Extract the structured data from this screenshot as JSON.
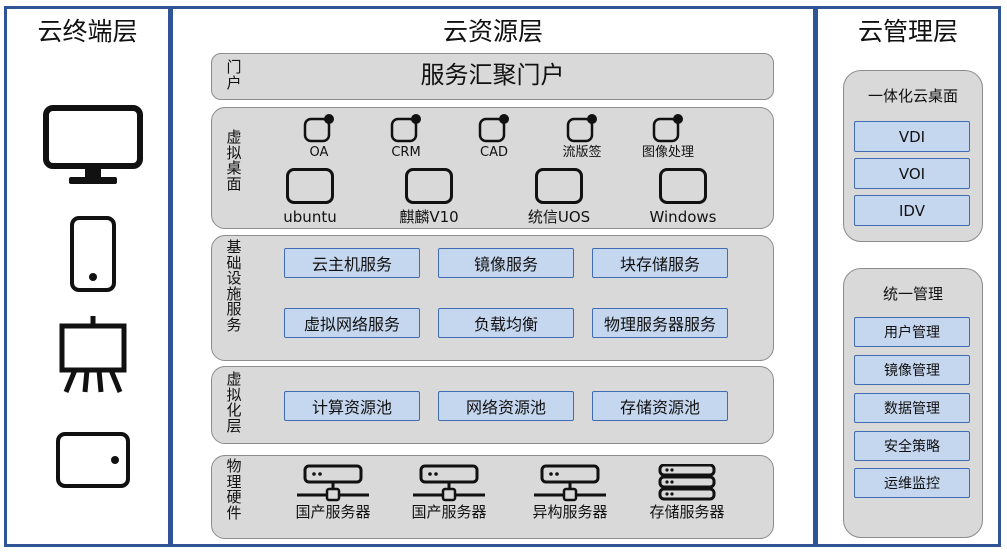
{
  "columns": {
    "terminal": {
      "title": "云终端层"
    },
    "resource": {
      "title": "云资源层"
    },
    "management": {
      "title": "云管理层"
    }
  },
  "terminal_devices": [
    {
      "icon": "monitor-icon"
    },
    {
      "icon": "phone-icon"
    },
    {
      "icon": "whiteboard-icon"
    },
    {
      "icon": "tablet-icon"
    }
  ],
  "portal": {
    "label": "门户",
    "title": "服务汇聚门户"
  },
  "virtual_desktop": {
    "label": "虚拟桌面",
    "apps": [
      "OA",
      "CRM",
      "CAD",
      "流版签",
      "图像处理"
    ],
    "os": [
      "ubuntu",
      "麒麟V10",
      "统信UOS",
      "Windows"
    ]
  },
  "infrastructure": {
    "label": "基础设施服务",
    "services": [
      "云主机服务",
      "镜像服务",
      "块存储服务",
      "虚拟网络服务",
      "负载均衡",
      "物理服务器服务"
    ]
  },
  "virtualization": {
    "label": "虚拟化层",
    "pools": [
      "计算资源池",
      "网络资源池",
      "存储资源池"
    ]
  },
  "physical": {
    "label": "物理硬件",
    "servers": [
      "国产服务器",
      "国产服务器",
      "异构服务器",
      "存储服务器"
    ]
  },
  "management": {
    "desktop_group": {
      "title": "一体化云桌面",
      "items": [
        "VDI",
        "VOI",
        "IDV"
      ]
    },
    "unified_group": {
      "title": "统一管理",
      "items": [
        "用户管理",
        "镜像管理",
        "数据管理",
        "安全策略",
        "运维监控"
      ]
    }
  },
  "colors": {
    "border": "#2f5597",
    "panel": "#d9d9d9",
    "button_fill": "#c5d6ef",
    "button_border": "#3f6cb3"
  }
}
